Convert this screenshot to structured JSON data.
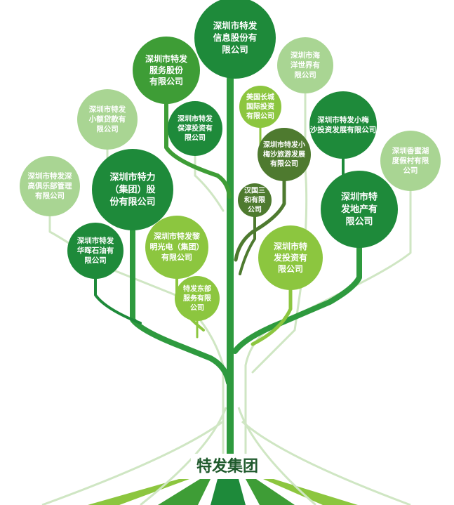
{
  "root": {
    "label": "特发集团"
  },
  "colors": {
    "dark": "#1e8a3a",
    "mid": "#3e9d36",
    "light": "#8cc63f",
    "pale": "#a9d593",
    "olive": "#4e7a2f",
    "root_text": "#1f5a2c",
    "trunk": "#2e9a3e",
    "branch_pale": "#cfe6c3"
  },
  "companies": [
    {
      "name": "深圳市特发信息股份有限公司",
      "lines": [
        "深圳市特发",
        "信息股份有",
        "限公司"
      ],
      "tone": "dark"
    },
    {
      "name": "深圳市特发服务股份有限公司",
      "lines": [
        "深圳市特发",
        "服务股份",
        "有限公司"
      ],
      "tone": "mid"
    },
    {
      "name": "深圳市海洋世界有限公司",
      "lines": [
        "深圳市海",
        "洋世界有",
        "限公司"
      ],
      "tone": "pale"
    },
    {
      "name": "深圳市特发小额贷款有限公司",
      "lines": [
        "深圳市特发",
        "小额贷款有",
        "限公司"
      ],
      "tone": "pale"
    },
    {
      "name": "美国长城国际投资有限公司",
      "lines": [
        "美国长城",
        "国际投资",
        "有限公司"
      ],
      "tone": "light"
    },
    {
      "name": "深圳市特发保淳投资有限公司",
      "lines": [
        "深圳市特发",
        "保淳投资有",
        "限公司"
      ],
      "tone": "dark"
    },
    {
      "name": "深圳市特发小梅沙投资发展有限公司",
      "lines": [
        "深圳市特发小梅",
        "沙投资发展有限公司"
      ],
      "tone": "dark"
    },
    {
      "name": "深圳香蜜湖度假村有限公司",
      "lines": [
        "深圳香蜜湖",
        "度假村有限",
        "公司"
      ],
      "tone": "pale"
    },
    {
      "name": "深圳市特发深高俱乐部管理有限公司",
      "lines": [
        "深圳市特发深",
        "高俱乐部管理",
        "有限公司"
      ],
      "tone": "pale"
    },
    {
      "name": "深圳市特发小梅沙旅游发展有限公司",
      "lines": [
        "深圳市特发小",
        "梅沙旅游发展",
        "有限公司"
      ],
      "tone": "olive"
    },
    {
      "name": "深圳市特力（集团）股份有限公司",
      "lines": [
        "深圳市特力",
        "（集团）股",
        "份有限公司"
      ],
      "tone": "dark"
    },
    {
      "name": "汉国三和有限公司",
      "lines": [
        "汉国三",
        "和有限",
        "公司"
      ],
      "tone": "olive"
    },
    {
      "name": "深圳市特发地产有限公司",
      "lines": [
        "深圳市特",
        "发地产有",
        "限公司"
      ],
      "tone": "dark"
    },
    {
      "name": "深圳市特发华晖石油有限公司",
      "lines": [
        "深圳市特发",
        "华晖石油有",
        "限公司"
      ],
      "tone": "dark"
    },
    {
      "name": "深圳市特发黎明光电（集团）有限公司",
      "lines": [
        "深圳市特发黎",
        "明光电（集团）",
        "有限公司"
      ],
      "tone": "light"
    },
    {
      "name": "深圳市特发投资有限公司",
      "lines": [
        "深圳市特",
        "发投资有",
        "限公司"
      ],
      "tone": "light"
    },
    {
      "name": "特发东部服务有限公司",
      "lines": [
        "特发东部",
        "服务有限",
        "公司"
      ],
      "tone": "light"
    }
  ]
}
